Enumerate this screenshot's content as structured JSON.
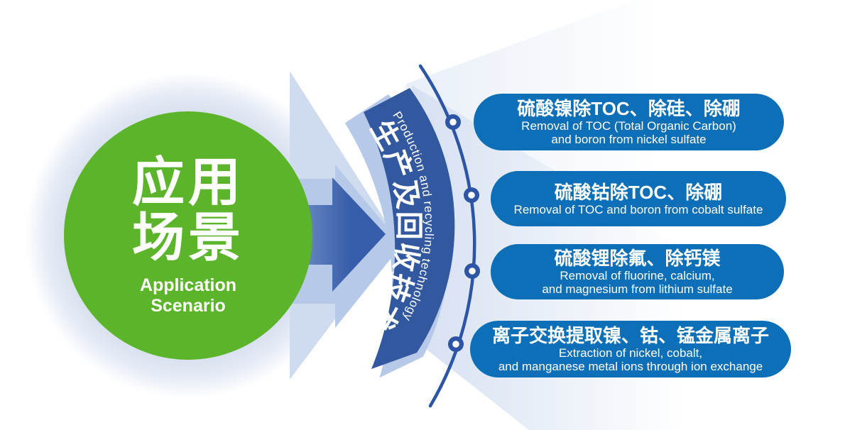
{
  "circle": {
    "title_line1": "应用",
    "title_line2": "场景",
    "subtitle_line1": "Application",
    "subtitle_line2": "Scenario"
  },
  "banner": {
    "cn": "生产及回收技术",
    "en": "Production and recycling technology"
  },
  "items": [
    {
      "cn": "硫酸镍除TOC、除硅、除硼",
      "en_line1": "Removal of TOC (Total Organic Carbon)",
      "en_line2": "and boron from nickel sulfate"
    },
    {
      "cn": "硫酸钴除TOC、除硼",
      "en_line1": "Removal of TOC and boron from cobalt sulfate"
    },
    {
      "cn": "硫酸锂除氟、除钙镁",
      "en_line1": "Removal of fluorine, calcium,",
      "en_line2": "and magnesium from lithium sulfate"
    },
    {
      "cn": "离子交换提取镍、钴、锰金属离子",
      "en_line1": "Extraction of nickel, cobalt,",
      "en_line2": "and manganese metal ions through ion exchange"
    }
  ],
  "colors": {
    "green_circle": "#5cb42a",
    "banner_blue": "#32589f",
    "card_blue": "#0d6fb8",
    "arrow_dark_blue": "#3a62ab",
    "light_blue_accent": "#b6c9e8",
    "beam_light_blue": "#d5e0f1",
    "text_white": "#ffffff"
  }
}
